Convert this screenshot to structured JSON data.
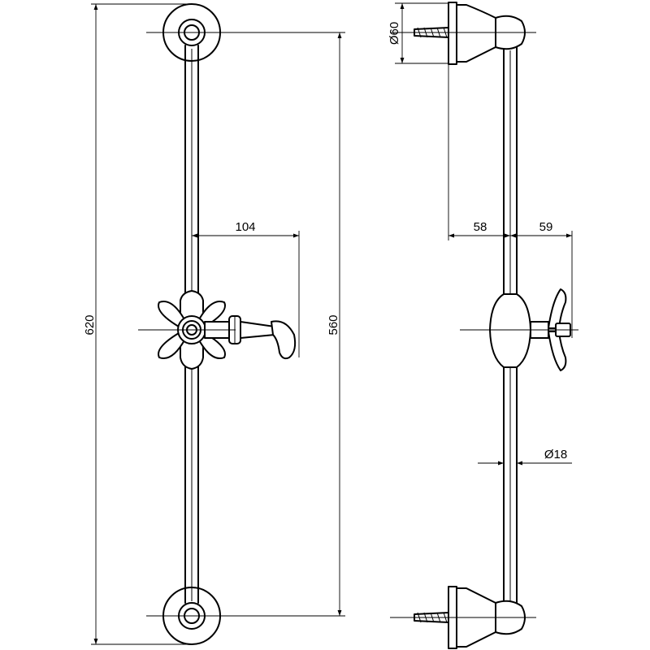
{
  "dimensions": {
    "overall_height": "620",
    "fixing_centres": "560",
    "slider_projection_front": "104",
    "slider_projection_side": "59",
    "wall_to_rail": "58",
    "flange_diameter": "Ø60",
    "rail_diameter": "Ø18"
  }
}
